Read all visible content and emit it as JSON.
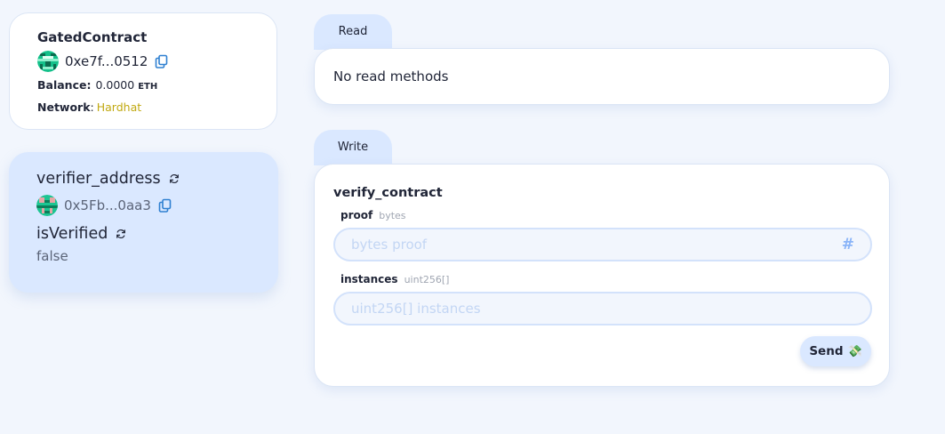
{
  "contract": {
    "name": "GatedContract",
    "address": "0xe7f...0512",
    "balance_label": "Balance:",
    "balance_value": "0.0000",
    "balance_unit": "ETH",
    "network_label": "Network",
    "network_sep": ":",
    "network_value": "Hardhat"
  },
  "variables": [
    {
      "name": "verifier_address",
      "value": "0x5Fb...0aa3"
    },
    {
      "name": "isVerified",
      "value": "false"
    }
  ],
  "tabs": {
    "read": "Read",
    "write": "Write"
  },
  "read": {
    "empty": "No read methods"
  },
  "write": {
    "method": "verify_contract",
    "params": [
      {
        "name": "proof",
        "type": "bytes",
        "placeholder": "bytes proof",
        "suffix": "#"
      },
      {
        "name": "instances",
        "type": "uint256[]",
        "placeholder": "uint256[] instances"
      }
    ],
    "send_label": "Send",
    "send_emoji": "💸"
  },
  "icons": {
    "blockie": "blockie-avatar-icon",
    "copy": "copy-icon",
    "refresh": "refresh-icon"
  },
  "colors": {
    "background": "#f2f6fd",
    "card": "#ffffff",
    "accent": "#dae8ff",
    "network": "#c1a912",
    "link": "#2f80d1"
  }
}
